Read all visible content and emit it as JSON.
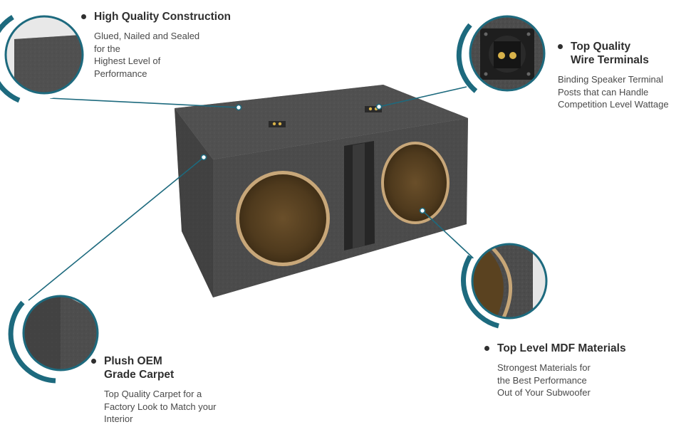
{
  "features": [
    {
      "title_lines": [
        "High Quality Construction"
      ],
      "desc_lines": [
        "Glued, Nailed and Sealed",
        "for the",
        "Highest Level of",
        "Performance"
      ]
    },
    {
      "title_lines": [
        "Top Quality",
        "Wire Terminals"
      ],
      "desc_lines": [
        "Binding Speaker Terminal",
        "Posts that can Handle",
        "Competition Level Wattage"
      ]
    },
    {
      "title_lines": [
        "Plush OEM",
        "Grade Carpet"
      ],
      "desc_lines": [
        "Top Quality Carpet for a",
        "Factory Look to Match your",
        "Interior"
      ]
    },
    {
      "title_lines": [
        "Top Level MDF Materials"
      ],
      "desc_lines": [
        "Strongest Materials for",
        "the Best Performance",
        "Out of  Your Subwoofer"
      ]
    }
  ],
  "colors": {
    "accent": "#1d6a7e",
    "carpet": "#4b4b4b",
    "mdf": "#c7a677"
  },
  "icons": [
    "bullet-dot-icon"
  ]
}
